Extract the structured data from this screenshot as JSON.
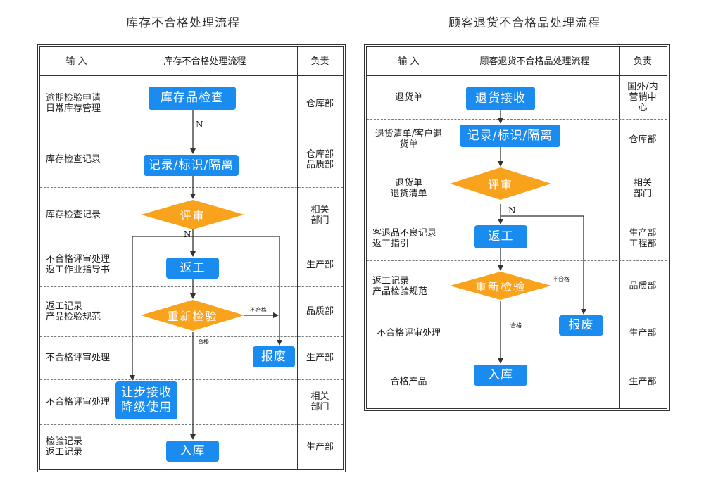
{
  "left": {
    "title": "库存不合格处理流程",
    "header": {
      "input": "输 入",
      "process": "库存不合格处理流程",
      "owner": "负责"
    },
    "rows": [
      {
        "input": "逾期检验申请\n日常库存管理",
        "owner": "仓库部"
      },
      {
        "input": "库存检查记录",
        "owner": "仓库部\n品质部"
      },
      {
        "input": "库存检查记录",
        "owner": "相关\n部门"
      },
      {
        "input": "不合格评审处理\n返工作业指导书",
        "owner": "生产部"
      },
      {
        "input": "返工记录\n产品检验规范",
        "owner": "品质部"
      },
      {
        "input": "不合格评审处理",
        "owner": "生产部"
      },
      {
        "input": "不合格评审处理",
        "owner": "相关\n部门"
      },
      {
        "input": "检验记录\n返工记录",
        "owner": "生产部"
      }
    ],
    "nodes": {
      "check": "库存品检查",
      "record": "记录/标识/隔离",
      "review": "评审",
      "rework": "返工",
      "reinspect": "重新检验",
      "scrap": "报废",
      "concession": "让步接收\n降级使用",
      "store": "入库"
    },
    "labels": {
      "n1": "N",
      "n2": "N",
      "fail": "不合格",
      "pass": "合格"
    }
  },
  "right": {
    "title": "顾客退货不合格品处理流程",
    "header": {
      "input": "输 入",
      "process": "顾客退货不合格品处理流程",
      "owner": "负责"
    },
    "rows": [
      {
        "input": "退货单",
        "owner": "国外/内\n营销中\n心"
      },
      {
        "input": "退货清单/客户退\n货单",
        "owner": "仓库部"
      },
      {
        "input": "退货单\n退货清单",
        "owner": "相关\n部门"
      },
      {
        "input": "客退品不良记录\n返工指引",
        "owner": "生产部\n工程部"
      },
      {
        "input": "返工记录\n产品检验规范",
        "owner": "品质部"
      },
      {
        "input": "不合格评审处理",
        "owner": "生产部"
      },
      {
        "input": "合格产品",
        "owner": "生产部"
      }
    ],
    "nodes": {
      "receive": "退货接收",
      "record": "记录/标识/隔离",
      "review": "评审",
      "rework": "返工",
      "reinspect": "重新检验",
      "scrap": "报废",
      "store": "入库"
    },
    "labels": {
      "n": "N",
      "fail": "不合格",
      "pass": "合格"
    }
  },
  "colors": {
    "box": "#1a8cf0",
    "diamond": "#f9a21c",
    "line": "#333333"
  }
}
